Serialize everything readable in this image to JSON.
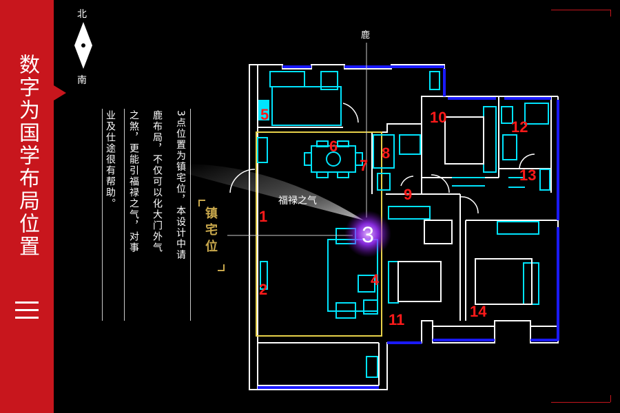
{
  "sidebar": {
    "title": "数字为国学布局位置"
  },
  "compass": {
    "north": "北",
    "south": "南"
  },
  "description": {
    "col1": "3点位置为镇宅位，本设计中请",
    "col2": "鹿布局，不仅可以化大门外气",
    "col3": "之煞，更能引福禄之气，对事",
    "col4": "业及仕途很有帮助。"
  },
  "callout": {
    "label": "镇宅位"
  },
  "plan": {
    "energy_label": "福禄之气",
    "deer_label": "鹿",
    "focus_number": "3",
    "room_numbers": [
      "1",
      "2",
      "4",
      "5",
      "6",
      "7",
      "8",
      "9",
      "10",
      "11",
      "12",
      "13",
      "14"
    ]
  },
  "colors": {
    "sidebar": "#c8161d",
    "wall": "#ffffff",
    "furniture": "#00e5ff",
    "window": "#1a1aff",
    "zone": "#e8d24a",
    "number": "#ff1a1a",
    "gold": "#c9a84c",
    "glow": "#b84dff"
  }
}
